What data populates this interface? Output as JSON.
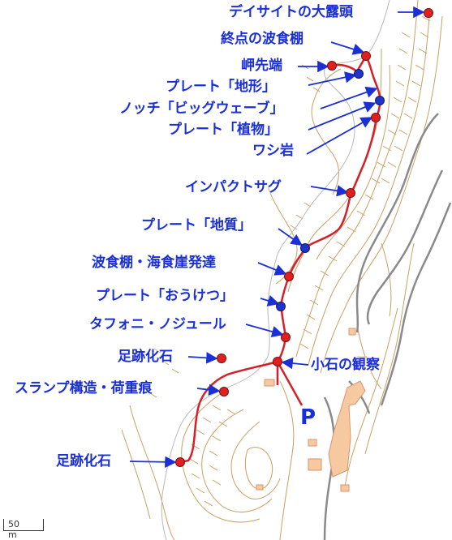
{
  "labels": [
    {
      "id": "daisite",
      "text": "デイサイトの大露頭"
    },
    {
      "id": "terminal-shelf",
      "text": "終点の波食棚"
    },
    {
      "id": "cape-tip",
      "text": "岬先端"
    },
    {
      "id": "plate-terrain",
      "text": "プレート「地形」"
    },
    {
      "id": "notch",
      "text": "ノッチ「ビッグウェーブ」"
    },
    {
      "id": "plate-plants",
      "text": "プレート「植物」"
    },
    {
      "id": "eagle-rock",
      "text": "ワシ岩"
    },
    {
      "id": "impact-sag",
      "text": "インパクトサグ"
    },
    {
      "id": "plate-geology",
      "text": "プレート「地質」"
    },
    {
      "id": "shelf-cliff",
      "text": "波食棚・海食崖発達"
    },
    {
      "id": "plate-potholes",
      "text": "プレート「おうけつ」"
    },
    {
      "id": "tafoni",
      "text": "タフォニ・ノジュール"
    },
    {
      "id": "footprint-1",
      "text": "足跡化石"
    },
    {
      "id": "pebbles",
      "text": "小石の観察"
    },
    {
      "id": "slump",
      "text": "スランプ構造・荷重痕"
    },
    {
      "id": "footprint-2",
      "text": "足跡化石"
    }
  ],
  "parking": {
    "text": "P"
  },
  "scale": {
    "text": "50 m"
  },
  "colors": {
    "trail": "#d61f26",
    "label": "#1a2fd6",
    "point_red": "#e02020",
    "point_blue": "#2034c8",
    "contour": "#c8a064",
    "road": "#8a8a8a",
    "building": "#f7c9a0"
  },
  "icons": {
    "red_point": "red-spot-marker",
    "blue_point": "blue-plate-marker",
    "parking": "parking-marker"
  }
}
